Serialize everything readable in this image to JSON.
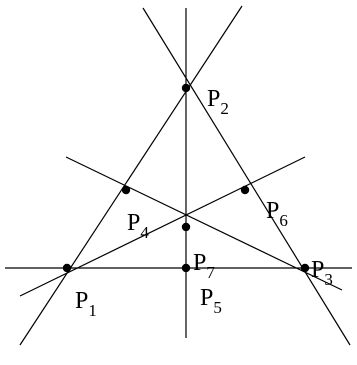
{
  "points": [
    {
      "id": "P1",
      "label": "P",
      "sub": "1"
    },
    {
      "id": "P2",
      "label": "P",
      "sub": "2"
    },
    {
      "id": "P3",
      "label": "P",
      "sub": "3"
    },
    {
      "id": "P4",
      "label": "P",
      "sub": "4"
    },
    {
      "id": "P5",
      "label": "P",
      "sub": "5"
    },
    {
      "id": "P6",
      "label": "P",
      "sub": "6"
    },
    {
      "id": "P7",
      "label": "P",
      "sub": "7"
    }
  ],
  "colors": {
    "ink": "#000000",
    "background": "#ffffff"
  }
}
